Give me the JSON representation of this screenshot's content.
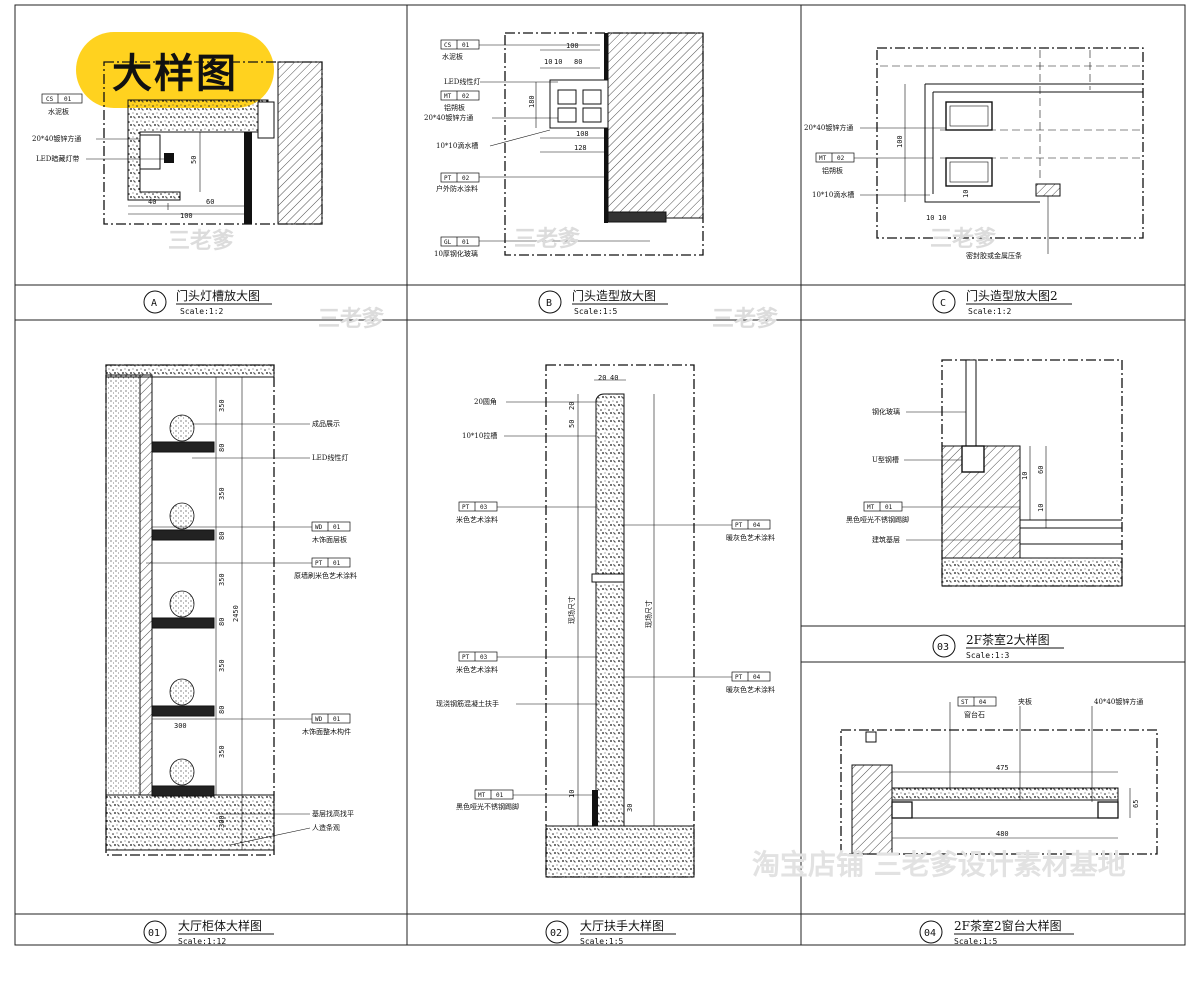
{
  "badge": "大样图",
  "watermark": "三老爹",
  "watermark_footer": "淘宝店铺  三老爹设计素材基地",
  "details": {
    "A": {
      "id": "A",
      "title": "门头灯槽放大图",
      "scale": "Scale:1:2",
      "tags": [
        {
          "code": "CS",
          "num": "01",
          "text": "水泥板"
        }
      ],
      "labels": [
        "20*40镀锌方通",
        "LED暗藏灯带"
      ],
      "dims": [
        "50",
        "40",
        "60",
        "100"
      ]
    },
    "B": {
      "id": "B",
      "title": "门头造型放大图",
      "scale": "Scale:1:5",
      "tags": [
        {
          "code": "CS",
          "num": "01",
          "text": "水泥板"
        },
        {
          "code": "MT",
          "num": "02",
          "text": "铝朔板"
        },
        {
          "code": "PT",
          "num": "02",
          "text": "户外防水涂料"
        },
        {
          "code": "GL",
          "num": "01",
          "text": "10厚钢化玻璃"
        }
      ],
      "labels": [
        "LED线性灯",
        "20*40镀锌方通",
        "10*10滴水槽"
      ],
      "dims": [
        "100",
        "10",
        "10",
        "80",
        "180",
        "108",
        "128"
      ]
    },
    "C": {
      "id": "C",
      "title": "门头造型放大图2",
      "scale": "Scale:1:2",
      "tags": [
        {
          "code": "MT",
          "num": "02",
          "text": "铝朔板"
        }
      ],
      "labels": [
        "20*40镀锌方通",
        "10*10滴水槽",
        "密封胶或金属压条"
      ],
      "dims": [
        "100",
        "10",
        "10",
        "10"
      ]
    },
    "d01": {
      "id": "01",
      "title": "大厅柜体大样图",
      "scale": "Scale:1:12",
      "tags": [
        {
          "code": "WD",
          "num": "01",
          "text": "木饰面层板"
        },
        {
          "code": "PT",
          "num": "01",
          "text": "原墙刷米色艺术涂料"
        },
        {
          "code": "WD",
          "num": "01",
          "text": "木饰面整木构件"
        }
      ],
      "labels": [
        "成品展示",
        "LED线性灯",
        "基层找高找平",
        "人造条观"
      ],
      "dims": [
        "350",
        "80",
        "350",
        "80",
        "350",
        "80",
        "350",
        "80",
        "350",
        "300",
        "2450",
        "300"
      ]
    },
    "d02": {
      "id": "02",
      "title": "大厅扶手大样图",
      "scale": "Scale:1:5",
      "tags": [
        {
          "code": "PT",
          "num": "03",
          "text": "米色艺术涂料"
        },
        {
          "code": "PT",
          "num": "04",
          "text": "暖灰色艺术涂料"
        },
        {
          "code": "PT",
          "num": "03",
          "text": "米色艺术涂料"
        },
        {
          "code": "PT",
          "num": "04",
          "text": "暖灰色艺术涂料"
        },
        {
          "code": "MT",
          "num": "01",
          "text": "黑色哑光不锈钢踢脚"
        }
      ],
      "labels": [
        "20圆角",
        "10*10拉槽",
        "现浇钢筋混凝土扶手"
      ],
      "dims": [
        "20",
        "40",
        "20",
        "50",
        "现场尺寸",
        "现场尺寸",
        "10",
        "30"
      ]
    },
    "d03": {
      "id": "03",
      "title": "2F茶室2大样图",
      "scale": "Scale:1:3",
      "tags": [
        {
          "code": "MT",
          "num": "01",
          "text": "黑色哑光不锈钢踢脚"
        }
      ],
      "labels": [
        "钢化玻璃",
        "U型钢槽",
        "建筑基层"
      ],
      "dims": [
        "10",
        "60",
        "10"
      ]
    },
    "d04": {
      "id": "04",
      "title": "2F茶室2窗台大样图",
      "scale": "Scale:1:5",
      "tags": [
        {
          "code": "ST",
          "num": "04",
          "text": "窗台石"
        }
      ],
      "labels": [
        "夹板",
        "40*40镀锌方通"
      ],
      "dims": [
        "475",
        "480",
        "65"
      ]
    }
  }
}
